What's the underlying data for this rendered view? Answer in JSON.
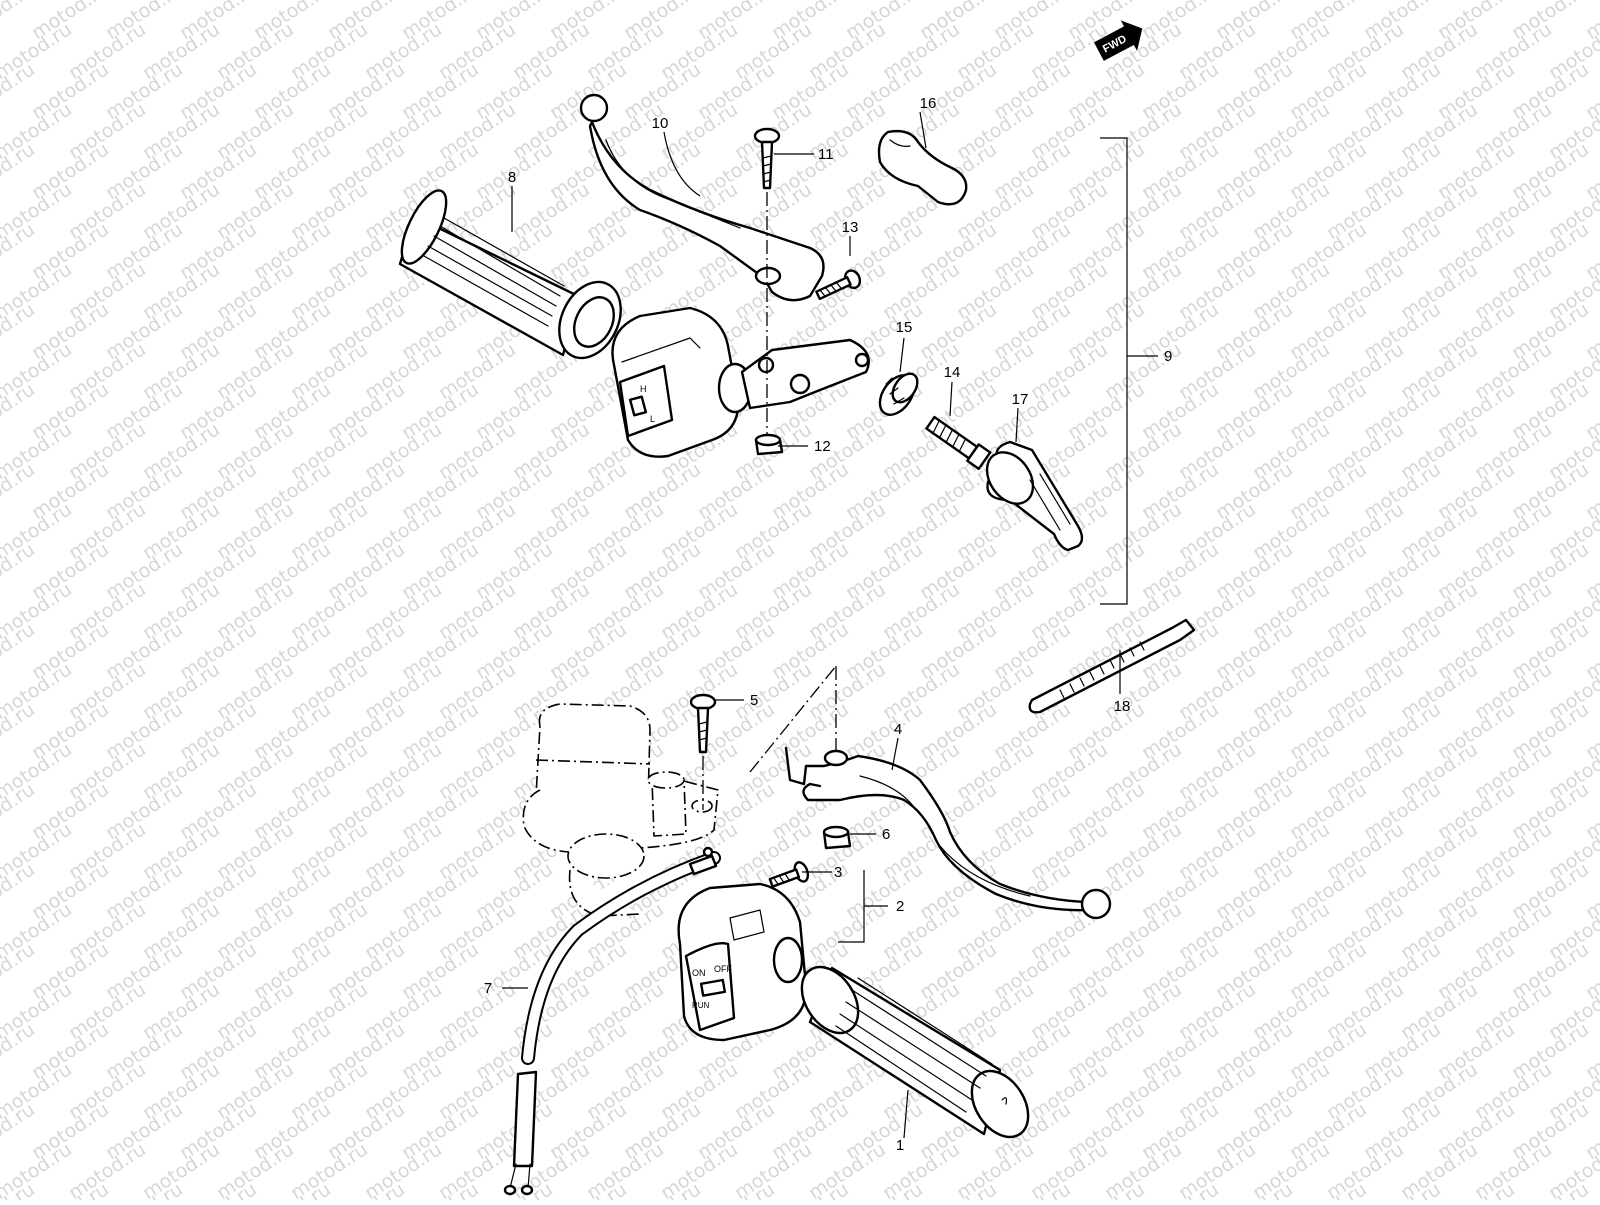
{
  "watermark": "motod.ru",
  "fwd_label": "FWD",
  "callouts": [
    {
      "id": "c1",
      "label": "1"
    },
    {
      "id": "c2",
      "label": "2"
    },
    {
      "id": "c3",
      "label": "3"
    },
    {
      "id": "c4",
      "label": "4"
    },
    {
      "id": "c5",
      "label": "5"
    },
    {
      "id": "c6",
      "label": "6"
    },
    {
      "id": "c7",
      "label": "7"
    },
    {
      "id": "c8",
      "label": "8"
    },
    {
      "id": "c9",
      "label": "9"
    },
    {
      "id": "c10",
      "label": "10"
    },
    {
      "id": "c11",
      "label": "11"
    },
    {
      "id": "c12",
      "label": "12"
    },
    {
      "id": "c13",
      "label": "13"
    },
    {
      "id": "c14",
      "label": "14"
    },
    {
      "id": "c15",
      "label": "15"
    },
    {
      "id": "c16",
      "label": "16"
    },
    {
      "id": "c17",
      "label": "17"
    },
    {
      "id": "c18",
      "label": "18"
    }
  ],
  "switch_left": {
    "markings": [
      "H",
      "L"
    ]
  },
  "switch_right": {
    "markings": [
      "ON",
      "OFF",
      "RUN"
    ]
  }
}
